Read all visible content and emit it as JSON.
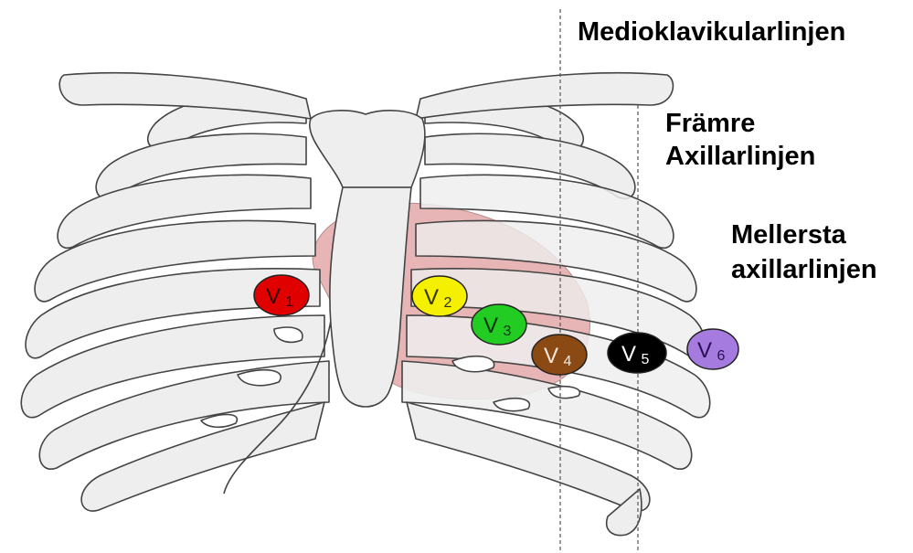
{
  "labels": {
    "midclavicular": "Medioklavikularlinjen",
    "anterior_axillary_line1": "Främre",
    "anterior_axillary_line2": "Axillarlinjen",
    "mid_axillary_line1": "Mellersta",
    "mid_axillary_line2": "axillarlinjen"
  },
  "electrodes": [
    {
      "id": "V1",
      "label": "V",
      "sub": "1",
      "color": "#e00000",
      "text_color": "#330000"
    },
    {
      "id": "V2",
      "label": "V",
      "sub": "2",
      "color": "#f4f000",
      "text_color": "#333300"
    },
    {
      "id": "V3",
      "label": "V",
      "sub": "3",
      "color": "#22cc22",
      "text_color": "#003300"
    },
    {
      "id": "V4",
      "label": "V",
      "sub": "4",
      "color": "#8b4a14",
      "text_color": "#f4e8dc"
    },
    {
      "id": "V5",
      "label": "V",
      "sub": "5",
      "color": "#000000",
      "text_color": "#ffffff"
    },
    {
      "id": "V6",
      "label": "V",
      "sub": "6",
      "color": "#a57be0",
      "text_color": "#2a1050"
    }
  ],
  "colors": {
    "bone_fill": "#eeeeee",
    "bone_stroke": "#444444",
    "heart_fill": "#e7b5b5",
    "guide_line": "#555555"
  }
}
